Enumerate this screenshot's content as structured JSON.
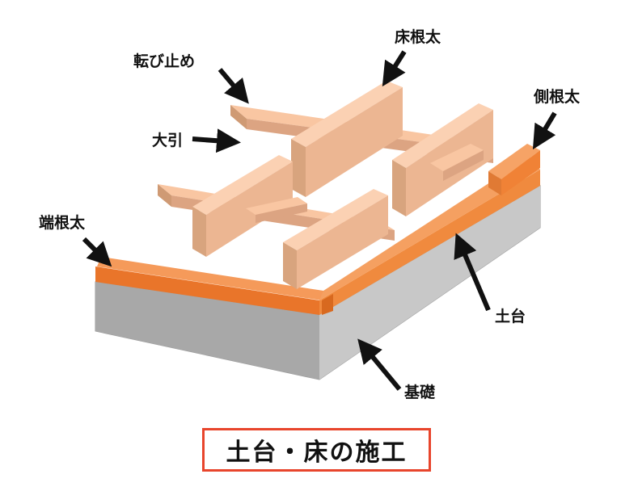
{
  "title": "土台・床の施工",
  "labels": {
    "korobidome": "転び止め",
    "yukanebuto": "床根太",
    "gawanebuto": "側根太",
    "obiki": "大引",
    "hananebuto": "端根太",
    "dodai": "土台",
    "kiso": "基礎"
  },
  "colors": {
    "concrete_front": "#b4b4b4",
    "concrete_top": "#d2d2d2",
    "sill_orange": "#f08236",
    "joist_light": "#f9c6a2",
    "joist_dark": "#cf9a74",
    "title_border": "#e8452c"
  }
}
